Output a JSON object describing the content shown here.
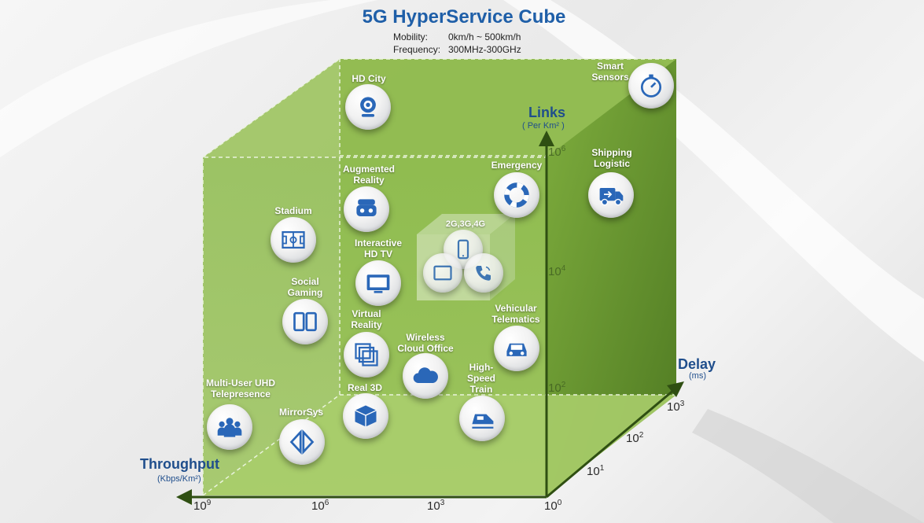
{
  "title": "5G HyperService Cube",
  "mobility": {
    "label": "Mobility:",
    "value": "0km/h ~ 500km/h"
  },
  "frequency": {
    "label": "Frequency:",
    "value": "300MHz-300GHz"
  },
  "axes": {
    "links": {
      "title": "Links",
      "unit": "( Per Km² )"
    },
    "delay": {
      "title": "Delay",
      "unit": "(ms)"
    },
    "throughput": {
      "title": "Throughput",
      "unit": "(Kbps/Km²)"
    }
  },
  "ticks": {
    "x": [
      {
        "base": "10",
        "exp": "9"
      },
      {
        "base": "10",
        "exp": "6"
      },
      {
        "base": "10",
        "exp": "3"
      },
      {
        "base": "10",
        "exp": "0"
      }
    ],
    "y": [
      {
        "base": "10",
        "exp": "6"
      },
      {
        "base": "10",
        "exp": "4"
      },
      {
        "base": "10",
        "exp": "2"
      }
    ],
    "z": [
      {
        "base": "10",
        "exp": "1"
      },
      {
        "base": "10",
        "exp": "2"
      },
      {
        "base": "10",
        "exp": "3"
      }
    ]
  },
  "legacy_box": {
    "label": "2G,3G,4G"
  },
  "services": [
    {
      "id": "hd-city",
      "label": "HD City",
      "icon": "webcam-icon"
    },
    {
      "id": "smart-sensors",
      "label": "Smart\nSensors",
      "icon": "stopwatch-icon"
    },
    {
      "id": "shipping",
      "label": "Shipping\nLogistic",
      "icon": "truck-icon"
    },
    {
      "id": "emergency",
      "label": "Emergency",
      "icon": "lifebuoy-icon"
    },
    {
      "id": "augmented",
      "label": "Augmented\nReality",
      "icon": "vr-headset-icon"
    },
    {
      "id": "stadium",
      "label": "Stadium",
      "icon": "field-icon"
    },
    {
      "id": "interactive",
      "label": "Interactive\nHD TV",
      "icon": "tv-icon"
    },
    {
      "id": "social",
      "label": "Social\nGaming",
      "icon": "tablets-icon"
    },
    {
      "id": "virtual",
      "label": "Virtual\nReality",
      "icon": "layers-icon"
    },
    {
      "id": "wireless",
      "label": "Wireless\nCloud Office",
      "icon": "cloud-icon"
    },
    {
      "id": "vehicular",
      "label": "Vehicular\nTelematics",
      "icon": "car-icon"
    },
    {
      "id": "highspeed",
      "label": "High-\nSpeed\nTrain",
      "icon": "train-icon"
    },
    {
      "id": "real3d",
      "label": "Real 3D",
      "icon": "cube-icon"
    },
    {
      "id": "mirrorsys",
      "label": "MirrorSys",
      "icon": "mirror-icon"
    },
    {
      "id": "multiuser",
      "label": "Multi-User UHD\nTelepresence",
      "icon": "group-icon"
    },
    {
      "id": "legacy-phone",
      "label": "",
      "icon": "smartphone-icon"
    },
    {
      "id": "legacy-tablet",
      "label": "",
      "icon": "tablet-icon"
    },
    {
      "id": "legacy-call",
      "label": "",
      "icon": "phone-call-icon"
    }
  ],
  "colors": {
    "cube_green": "#7aa83a",
    "axis_dark": "#2f4f12",
    "title_blue": "#1f5fa8"
  }
}
